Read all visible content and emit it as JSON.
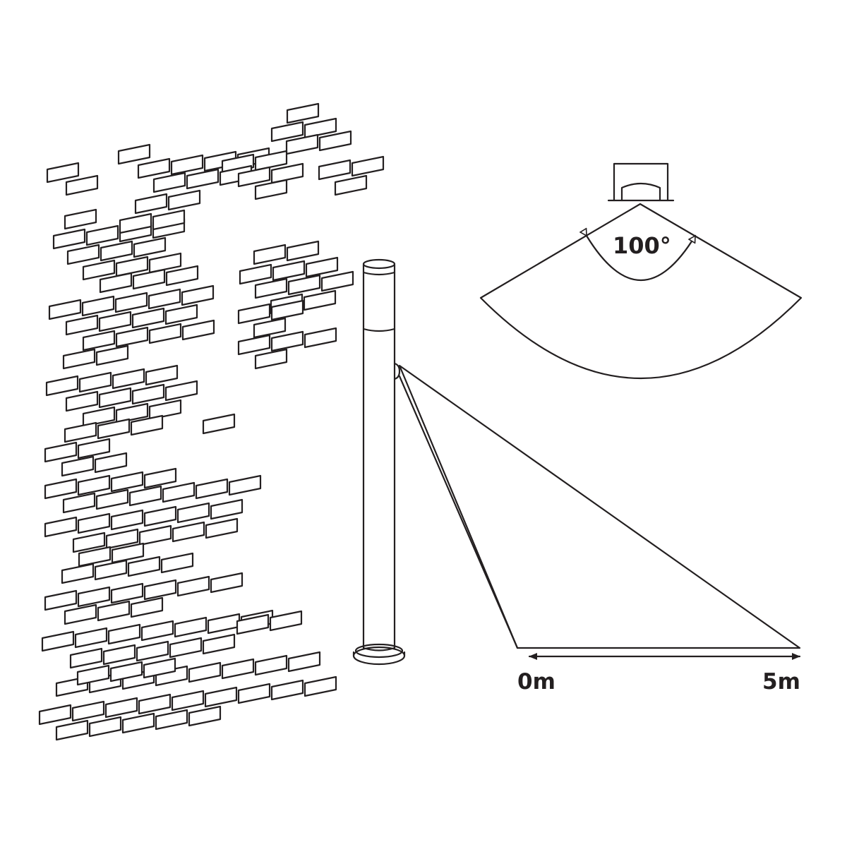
{
  "diagram": {
    "stroke_color": "#231f20",
    "background": "#ffffff",
    "labels": {
      "angle": "100°",
      "distance_start": "0m",
      "distance_end": "5m"
    },
    "detection": {
      "angle_degrees": 100,
      "range_meters": [
        0,
        5
      ]
    }
  }
}
